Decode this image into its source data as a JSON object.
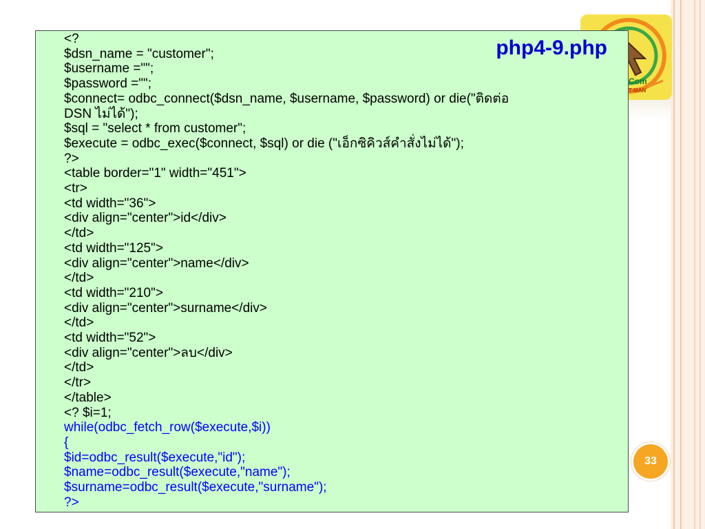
{
  "slide": {
    "file_title": "php4-9.php",
    "page_number": "33",
    "logo": {
      "icon": "cursor-arrow-logo-icon",
      "text": "a.Com",
      "subtext": "T-MAN"
    },
    "colors": {
      "code_background": "#ccffcc",
      "code_text": "#000000",
      "code_highlight": "#0000ff",
      "title": "#0000cc",
      "badge": "#f5a623",
      "logo_background": "#f5e24a"
    }
  },
  "code": {
    "lines": [
      "<?",
      "$dsn_name = \"customer\";",
      "$username =\"\";",
      "$password =\"\";",
      "$connect= odbc_connect($dsn_name, $username, $password) or die(\"ติดต่อ",
      "DSN ไม่ได้\");",
      "$sql = \"select * from customer\";",
      "$execute = odbc_exec($connect, $sql) or die (\"เอ็กซิคิวส์คำสั่งไม่ได้\");",
      "?>",
      "<table border=\"1\" width=\"451\">",
      "<tr>",
      "<td width=\"36\">",
      "<div align=\"center\">id</div>",
      "</td>",
      "<td width=\"125\">",
      "<div align=\"center\">name</div>",
      "</td>",
      "<td width=\"210\">",
      "<div align=\"center\">surname</div>",
      "</td>",
      "<td width=\"52\">",
      "<div align=\"center\">ลบ</div>",
      "</td>",
      "</tr>",
      "</table>",
      "<? $i=1;",
      "while(odbc_fetch_row($execute,$i))",
      "{",
      "$id=odbc_result($execute,\"id\");",
      "$name=odbc_result($execute,\"name\");",
      "$surname=odbc_result($execute,\"surname\");",
      "?>"
    ],
    "highlighted_from_index": 26
  }
}
